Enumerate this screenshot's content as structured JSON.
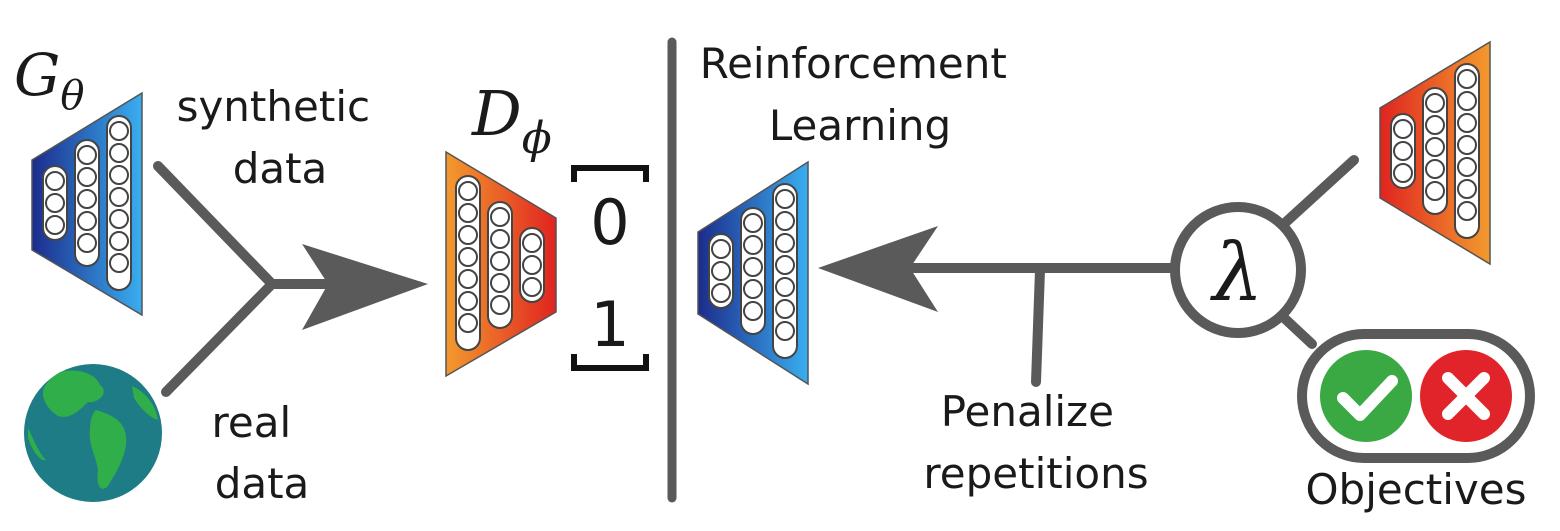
{
  "generator": {
    "symbol": "G",
    "subscript": "θ"
  },
  "discriminator": {
    "symbol": "D",
    "subscript": "ϕ"
  },
  "labels": {
    "synthetic_line1": "synthetic",
    "synthetic_line2": "data",
    "real_line1": "real",
    "real_line2": "data",
    "rl_line1": "Reinforcement",
    "rl_line2": "Learning",
    "penalize_line1": "Penalize",
    "penalize_line2": "repetitions",
    "objectives": "Objectives"
  },
  "output_interval": {
    "top": "0",
    "bottom": "1"
  },
  "weighting": {
    "symbol": "λ"
  },
  "colors": {
    "line": "#5a5a5a",
    "generator_dark": "#1c2c8c",
    "generator_light": "#39aef0",
    "discriminator_warm": "#f39a2e",
    "discriminator_red": "#e02420",
    "check": "#3aa843",
    "cross": "#e0242a",
    "earth_ocean": "#1d7c86",
    "earth_land": "#2fae4a"
  },
  "icons": [
    "neural-network-icon",
    "earth-globe-icon",
    "check-icon",
    "cross-icon"
  ]
}
